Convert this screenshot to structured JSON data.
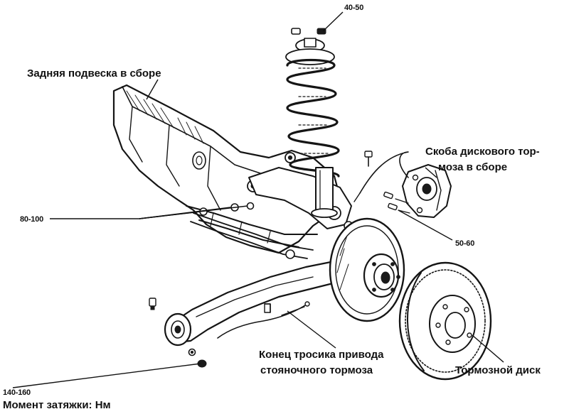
{
  "labels": {
    "rear_suspension": "Задняя подвеска в сборе",
    "caliper_line1": "Скоба дискового тор-",
    "caliper_line2": "моза в сборе",
    "cable_end_line1": "Конец тросика привода",
    "cable_end_line2": "стояночного тормоза",
    "brake_disc": "Тормозной диск",
    "torque_units": "Момент затяжки: Нм"
  },
  "torque_values": {
    "top_nut": "40-50",
    "crossmember_bolts": "80-100",
    "caliper_bolts": "50-60",
    "lower_bolt": "140-160"
  },
  "colors": {
    "ink": "#151515",
    "background": "#ffffff"
  }
}
